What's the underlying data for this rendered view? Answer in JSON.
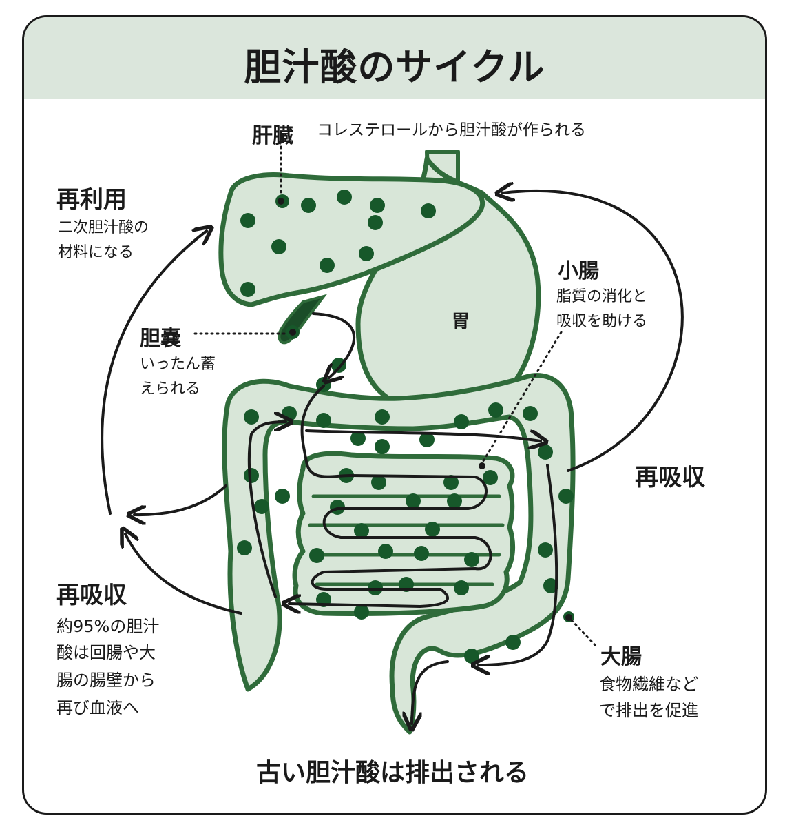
{
  "title": "胆汁酸のサイクル",
  "liver": {
    "name": "肝臓",
    "desc": "コレステロールから胆汁酸が作られる"
  },
  "reuse": {
    "name": "再利用",
    "desc1": "二次胆汁酸の",
    "desc2": "材料になる"
  },
  "small_intestine": {
    "name": "小腸",
    "desc1": "脂質の消化と",
    "desc2": "吸収を助ける"
  },
  "stomach": {
    "name": "胃"
  },
  "gallbladder": {
    "name": "胆嚢",
    "desc1": "いったん蓄",
    "desc2": "えられる"
  },
  "reabsorb_right": {
    "name": "再吸収"
  },
  "reabsorb_left": {
    "name": "再吸収",
    "desc1": "約95%の胆汁",
    "desc2": "酸は回腸や大",
    "desc3": "腸の腸壁から",
    "desc4": "再び血液へ"
  },
  "large_intestine": {
    "name": "大腸",
    "desc1": "食物繊維など",
    "desc2": "で排出を促進"
  },
  "excretion": {
    "text": "古い胆汁酸は排出される"
  },
  "colors": {
    "organ_fill": "#d8e6d8",
    "organ_stroke": "#2f6b3a",
    "dot": "#17582a",
    "band": "#dbe6dc",
    "ink": "#1a1a1a"
  }
}
